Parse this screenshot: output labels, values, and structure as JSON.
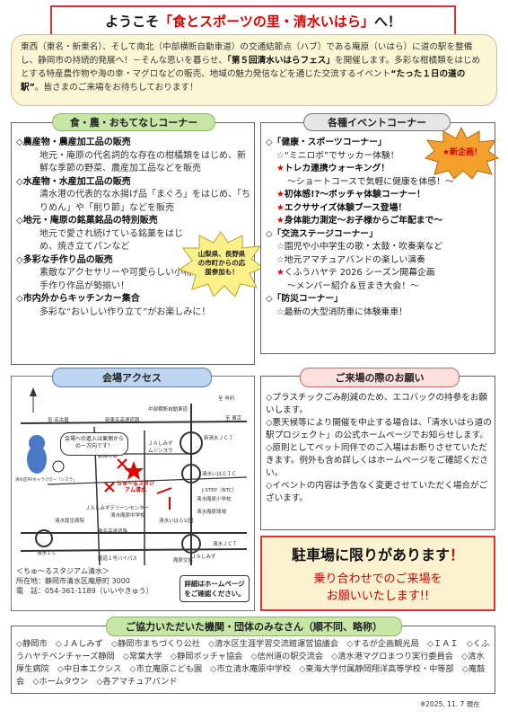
{
  "header": {
    "title_pre": "ようこそ",
    "title_main": "「食とスポーツの里・清水いはら」",
    "title_post": "へ！"
  },
  "intro": {
    "text1": "東西（東名・新東名）、そして南北（中部横断自動車道）の交通結節点（ハブ）である庵原（いはら）に道の駅を整備し、静岡市の持続的発展へ！－そんな思いを暮らせ、",
    "highlight": "「第５回清水いはらフェス」",
    "text2": "を開催します。多彩な柑橘類をはじめとする特産農作物や海の幸・マグロなどの販売、地域の魅力発信などを通じた交流するイベント",
    "bold": "“たった１日の道の駅”",
    "text3": "。皆さまのご来場をお待ちしております！"
  },
  "food": {
    "title": "食・農・おもてなしコーナー",
    "items": [
      {
        "head": "◇農産物・農産加工品の販売",
        "desc": "地元・庵原の代名詞的な存在の柑橘類をはじめ、新鮮な季節の野菜、農産加工品などを販売"
      },
      {
        "head": "◇水産物・水産加工品の販売",
        "desc": "清水港の代表的な水揚げ品「まぐろ」をはじめ、「ちりめん」や「削り節」などを販売"
      },
      {
        "head": "◇地元・庵原の銘菓銘品の特別販売",
        "desc": "地元で愛され続けている銘菓をはじめ、焼き立てパンなど"
      },
      {
        "head": "◇多彩な手作り品の販売",
        "desc": "素敵なアクセサリーや可愛らしい小物など、様々な手作り作品が勢揃い！"
      },
      {
        "head": "◇市内外からキッチンカー集合",
        "desc": "多彩な“おいしい作り立て”がお楽しみに！"
      }
    ],
    "burst": "山梨県、長野県の市町からの応援参加も！"
  },
  "events": {
    "title": "各種イベントコーナー",
    "burst": "★新企画！",
    "groups": [
      {
        "head": "◇「健康・スポーツコーナー」",
        "items": [
          {
            "mark": "☆",
            "text": "“ミニロボ”でサッカー体験！"
          },
          {
            "mark": "★",
            "text": "トレカ連携ウォーキング！"
          },
          {
            "mark": "",
            "text": "～ショートコースで気軽に健康を体感！～"
          },
          {
            "mark": "★",
            "text": "初体感!?～ボッチャ体験コーナー！"
          },
          {
            "mark": "★",
            "text": "エクササイズ体験ブース登場！"
          },
          {
            "mark": "★",
            "text": "身体能力測定～お子様からご年配まで～"
          }
        ]
      },
      {
        "head": "◇「交流ステージコーナー」",
        "items": [
          {
            "mark": "☆",
            "text": "園児や小中学生の歌・太鼓・吹奏楽など"
          },
          {
            "mark": "☆",
            "text": "地元アマチュアバンドの楽しい演奏"
          },
          {
            "mark": "★",
            "text": "くふうハヤテ 2026 シーズン開幕企画"
          },
          {
            "mark": "",
            "text": "～メンバー紹介＆豆まき大会！～"
          }
        ]
      },
      {
        "head": "◇「防災コーナー」",
        "items": [
          {
            "mark": "☆",
            "text": "最新の大型消防車に体験乗車！"
          }
        ]
      }
    ]
  },
  "access": {
    "title": "会場アクセス",
    "venue_label": "ちゅ～るスタジアム清水",
    "bubble": "会場への進入は東側からの一方向です！",
    "footer1": "＜ちゅ～るスタジアム清水＞",
    "footer2": "所在地：静岡市清水区庵原町 3000",
    "footer3": "電　話：054-361-1189（いいやきゅう）",
    "detail": "詳細はホームページをご確認ください。",
    "labels": [
      "至 名古屋",
      "新東名高速道路",
      "中部横断自動車道",
      "至 甲府",
      "至 東京",
      "新清水ＪＣＴ",
      "ＪＡしみず",
      "ムジンヨウ",
      "鶴舞の郷",
      "清水いはらＩＣ",
      "ＪＡしみずデリーンセンター",
      "清水庵原中学校",
      "J-STEP（NTC）",
      "清水庵原小学校",
      "清水庵原球場",
      "東名高速道路",
      "清水いはら公園",
      "清水厚生病院",
      "国道１号バイパス",
      "庵原交番",
      "清水ＩＣ",
      "清水ＪＣＴ",
      "清水区PRキャラクター「シズラ」",
      "ＪＡしみず"
    ]
  },
  "notice": {
    "title": "ご来場の際のお願い",
    "items": [
      "◇プラスチックごみ削減のため、エコバックの持参をお願いします。",
      "◇悪天候等により開催を中止する場合は、「清水いはら道の駅プロジェクト」の公式ホームページでお知らせします。",
      "◇原則としてペット同伴でのご入場はお断りさせていただきます。例外も含め詳しくはホームページをご確認ください。",
      "◇イベントの内容は予告なく変更させていただく場合がございます。"
    ]
  },
  "parking": {
    "line1": "駐車場に限りがあります",
    "mark1": "！",
    "line2": "乗り合わせでのご来場を",
    "line3": "お願いいたします",
    "mark2": "!!"
  },
  "cooperation": {
    "title": "ご協力いただいた機関・団体のみなさん（順不同、略称）",
    "text": "◇静岡市　◇ＪＡしみず　◇静岡市まちづくり公社　◇清水区生涯学習交流館運営協議会　◇するが企画観光局　◇ＩＡＩ　◇くふうハヤテベンチャーズ静岡　◇常葉大学　◇静岡ボッチャ協会　◇信州道の駅交流会　◇清水港マグロまつり実行委員会　◇清水厚生病院　◇中日本エクシス　◇市立庵原こども園　◇市立清水庵原中学校　◇東海大学付属静岡翔洋高等学校・中等部　◇庵鼓会　◇ホームタウン　◇各アマチュアバンド",
    "note": "※2025. 11. 7 現在"
  },
  "colors": {
    "accent_red": "#d00000",
    "food_green": "#c7e7a6",
    "access_blue": "#bcd5f0",
    "notice_pink": "#fde0dd",
    "intro_yellow": "#fbf7d4",
    "burst_yellow": "#fcf08a",
    "burst_orange": "#f4a02c"
  }
}
